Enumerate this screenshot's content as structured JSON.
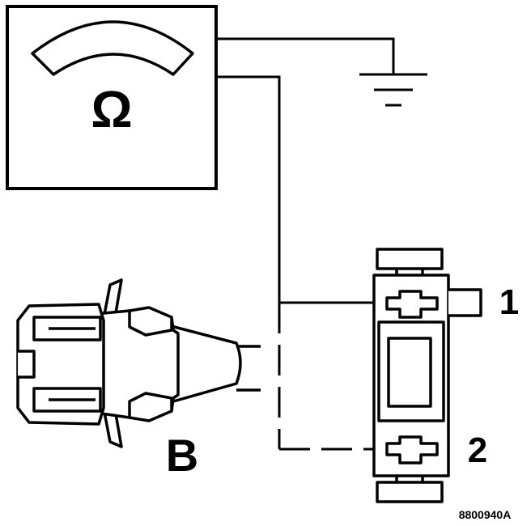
{
  "meter": {
    "symbol": "Ω"
  },
  "labels": {
    "connector": "B",
    "pin_1": "1",
    "pin_2": "2",
    "figure_id": "8800940A"
  },
  "colors": {
    "ink": "#000000",
    "paper": "#ffffff"
  }
}
